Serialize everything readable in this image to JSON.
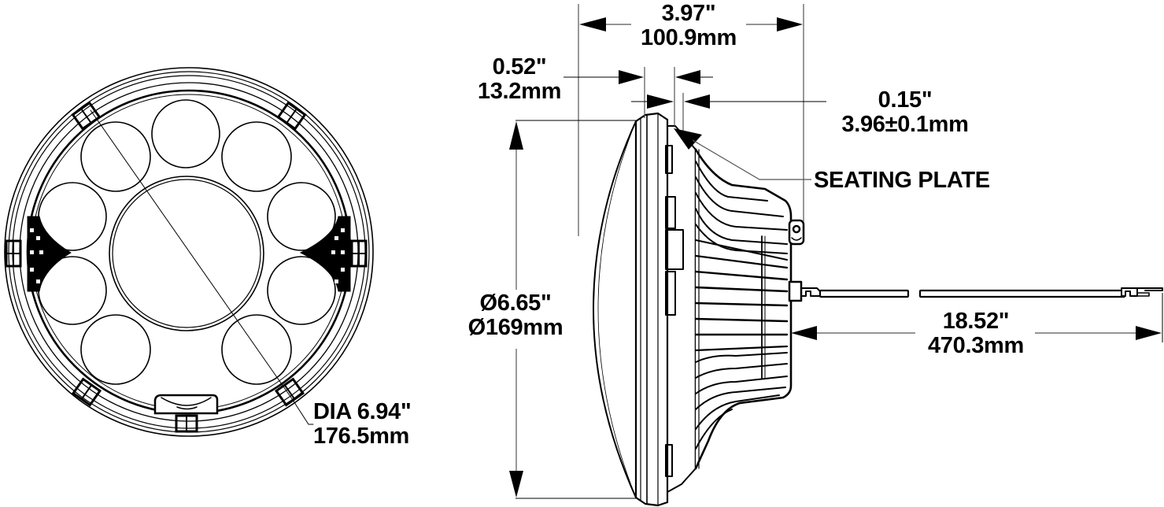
{
  "diagram": {
    "subject": "7-inch round LED headlight dimension drawing",
    "colors": {
      "line": "#000000",
      "dim_line": "#555555",
      "background": "#ffffff"
    },
    "front_view": {
      "led_count_outer": 8,
      "center_lens": true,
      "dimension": {
        "label_in": "DIA 6.94\"",
        "label_mm": "176.5mm"
      }
    },
    "side_view": {
      "overall_depth": {
        "label_in": "3.97\"",
        "label_mm": "100.9mm"
      },
      "rim_thickness": {
        "label_in": "0.52\"",
        "label_mm": "13.2mm"
      },
      "seating_offset": {
        "label_in": "0.15\"",
        "label_mm": "3.96±0.1mm"
      },
      "seating_plate": {
        "label": "SEATING PLATE"
      },
      "lens_diameter": {
        "label_in": "Ø6.65\"",
        "label_mm": "Ø169mm"
      },
      "cable_length": {
        "label_in": "18.52\"",
        "label_mm": "470.3mm"
      }
    }
  }
}
